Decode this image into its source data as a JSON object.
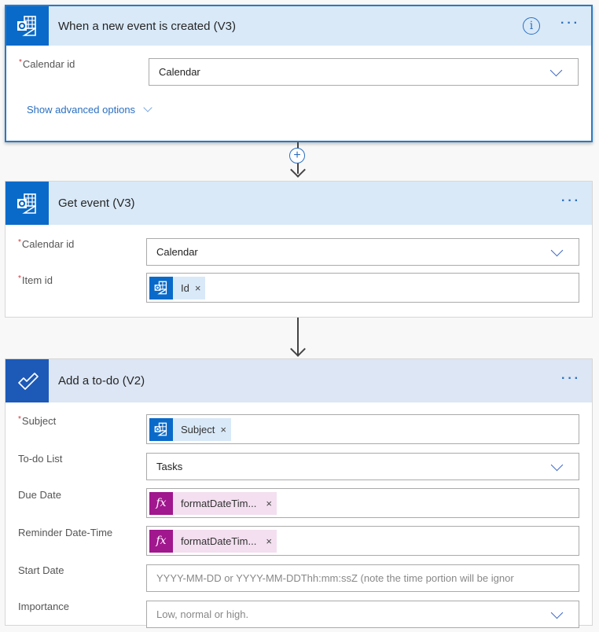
{
  "flow": {
    "trigger": {
      "title": "When a new event is created (V3)",
      "icon": "outlook-calendar-icon",
      "info_icon": "info-icon",
      "more_icon": "more-options-icon",
      "more_label": "···",
      "fields": [
        {
          "label": "Calendar id",
          "required": true,
          "value": "Calendar",
          "type": "dropdown"
        }
      ],
      "advanced_label": "Show advanced options"
    },
    "connector1": {
      "add_step_label": "+"
    },
    "action1": {
      "title": "Get event (V3)",
      "icon": "outlook-calendar-icon",
      "more_label": "···",
      "fields": [
        {
          "label": "Calendar id",
          "required": true,
          "value": "Calendar",
          "type": "dropdown"
        },
        {
          "label": "Item id",
          "required": true,
          "token": {
            "label": "Id",
            "kind": "outlook"
          }
        }
      ]
    },
    "action2": {
      "title": "Add a to-do (V2)",
      "icon": "todo-check-icon",
      "more_label": "···",
      "fields": [
        {
          "label": "Subject",
          "required": true,
          "token": {
            "label": "Subject",
            "kind": "outlook"
          }
        },
        {
          "label": "To-do List",
          "required": false,
          "value": "Tasks",
          "type": "dropdown"
        },
        {
          "label": "Due Date",
          "required": false,
          "token": {
            "label": "formatDateTim...",
            "kind": "expression"
          }
        },
        {
          "label": "Reminder Date-Time",
          "required": false,
          "token": {
            "label": "formatDateTim...",
            "kind": "expression"
          }
        },
        {
          "label": "Start Date",
          "required": false,
          "placeholder": "YYYY-MM-DD or YYYY-MM-DDThh:mm:ssZ (note the time portion will be ignor"
        },
        {
          "label": "Importance",
          "required": false,
          "placeholder": "Low, normal or high.",
          "type": "dropdown"
        }
      ]
    }
  },
  "common": {
    "required_mark": "*",
    "token_close": "×",
    "fx_glyph": "fx"
  },
  "colors": {
    "accent_blue": "#2b6fc0",
    "outlook_blue": "#0a6ac9",
    "todo_blue": "#1d5ab8",
    "header_bg": "#d9e9f8",
    "expression_purple": "#a0178e",
    "expression_token_bg": "#f3dff0",
    "required_red": "#d13438"
  }
}
